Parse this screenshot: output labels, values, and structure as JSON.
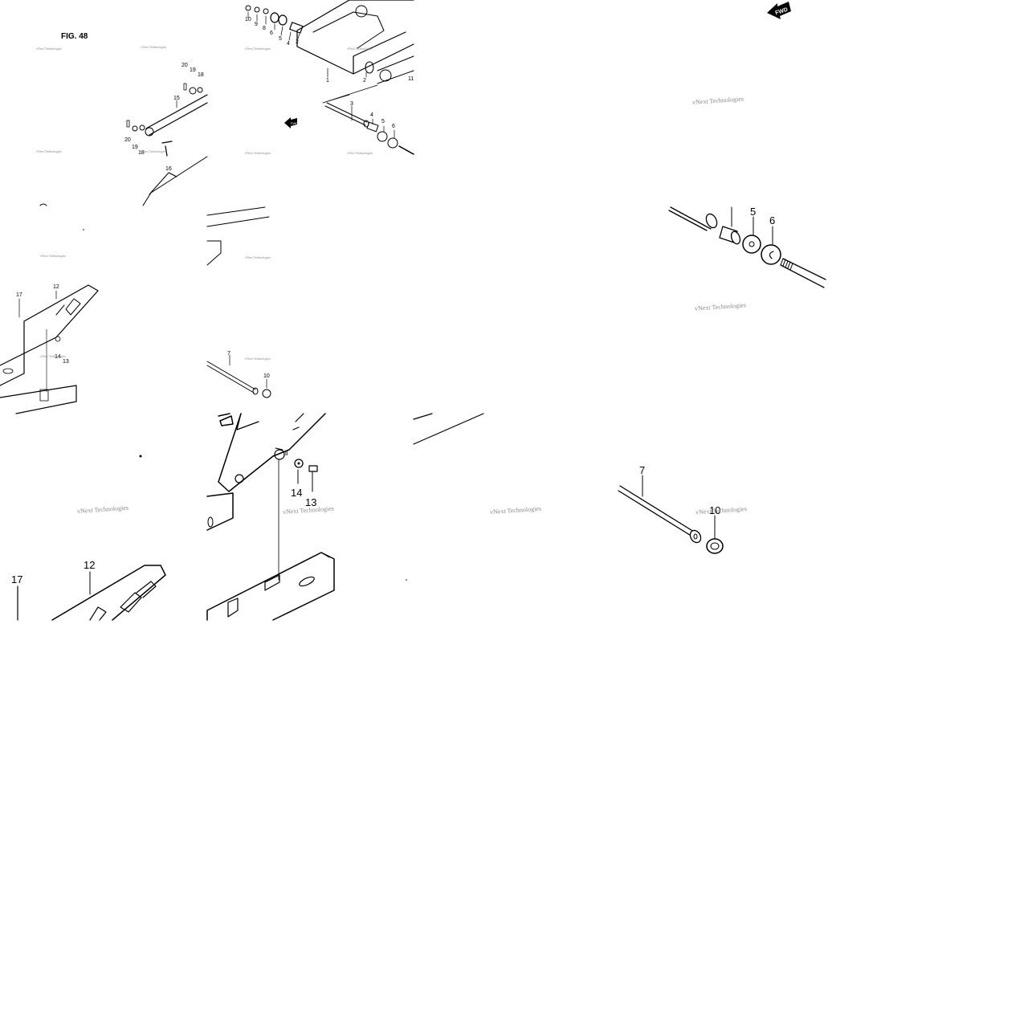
{
  "figure_label": "FIG. 48",
  "fwd_label": "FWD",
  "watermark": "vNext Technologies",
  "callouts": {
    "n1": "1",
    "n2": "2",
    "n3": "3",
    "n4": "4",
    "n5": "5",
    "n6": "6",
    "n7": "7",
    "n8": "8",
    "n9": "9",
    "n10": "10",
    "n11": "11",
    "n12": "12",
    "n13": "13",
    "n14": "14",
    "n15": "15",
    "n16": "16",
    "n17": "17",
    "n18": "18",
    "n19": "19",
    "n20": "20"
  },
  "colors": {
    "ink": "#000000",
    "watermark": "#888888",
    "paper": "#ffffff"
  }
}
